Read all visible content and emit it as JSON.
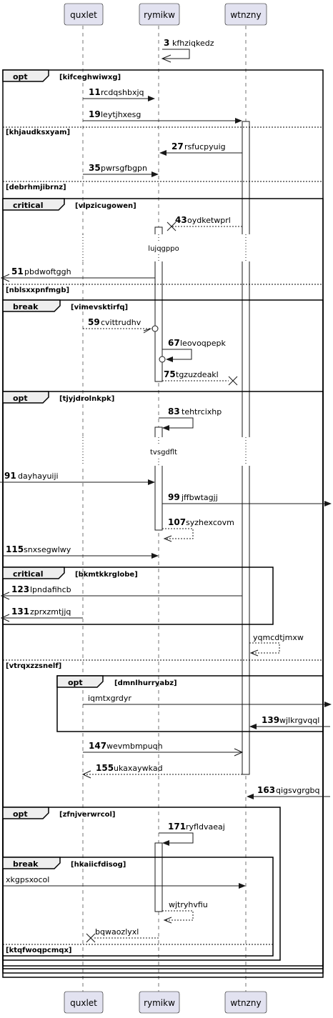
{
  "participants": [
    "quxlet",
    "rymikw",
    "wtnzny"
  ],
  "fragments": [
    {
      "kind": "opt",
      "guard": "[kifceghwiwxg]",
      "else_guards": [
        "[khjaudksxyam]",
        "[debrhmjibrnz]",
        "[nblsxxpnfmgb]"
      ]
    },
    {
      "kind": "critical",
      "guard": "[vlpzicugowen]"
    },
    {
      "kind": "break",
      "guard": "[vimevsktirfq]"
    },
    {
      "kind": "opt",
      "guard": "[tjyjdrolnkpk]",
      "else_guards": [
        "[vtrqxzzsnelf]"
      ]
    },
    {
      "kind": "critical",
      "guard": "[bkmtkkrglobe]"
    },
    {
      "kind": "opt",
      "guard": "[dmnlhurryabz]"
    },
    {
      "kind": "opt",
      "guard": "[zfnjverwrcol]"
    },
    {
      "kind": "break",
      "guard": "[hkaiicfdisog]",
      "else_guards": [
        "[ktqfwoqpcmqx]"
      ]
    }
  ],
  "dividers": [
    "lujqgppo",
    "tvsgdflt"
  ],
  "messages": [
    {
      "num": "3",
      "label": "kfhziqkedz"
    },
    {
      "num": "11",
      "label": "rcdqshbxjq"
    },
    {
      "num": "19",
      "label": "leytjhxesg"
    },
    {
      "num": "27",
      "label": "rsfucpyuig"
    },
    {
      "num": "35",
      "label": "pwrsgfbgpn"
    },
    {
      "num": "43",
      "label": "oydketwprl"
    },
    {
      "num": "51",
      "label": "pbdwoftggh"
    },
    {
      "num": "59",
      "label": "cvittrudhv"
    },
    {
      "num": "67",
      "label": "leovoqpepk"
    },
    {
      "num": "75",
      "label": "tgzuzdeakl"
    },
    {
      "num": "83",
      "label": "tehtrcixhp"
    },
    {
      "num": "91",
      "label": "dayhayuiji"
    },
    {
      "num": "99",
      "label": "jffbwtagjj"
    },
    {
      "num": "107",
      "label": "syzhexcovm"
    },
    {
      "num": "115",
      "label": "snxsegwlwy"
    },
    {
      "num": "123",
      "label": "lpndafihcb"
    },
    {
      "num": "131",
      "label": "zprxzmtjjq"
    },
    {
      "num": "",
      "label": "yqmcdtjmxw"
    },
    {
      "num": "",
      "label": "iqmtxgrdyr"
    },
    {
      "num": "139",
      "label": "wjlkrgvqql"
    },
    {
      "num": "147",
      "label": "wevmbmpuqh"
    },
    {
      "num": "155",
      "label": "ukaxaywkad"
    },
    {
      "num": "163",
      "label": "qigsvgrgbq"
    },
    {
      "num": "171",
      "label": "ryfldvaeaj"
    },
    {
      "num": "",
      "label": "xkgpsxocol"
    },
    {
      "num": "",
      "label": "wjtryhvfiu"
    },
    {
      "num": "",
      "label": "bqwaozlyxl"
    }
  ]
}
